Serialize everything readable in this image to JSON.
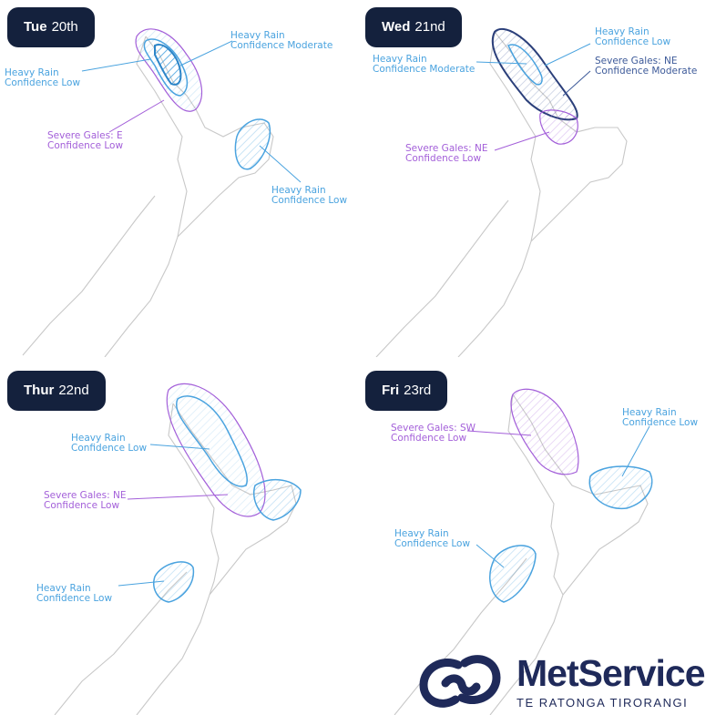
{
  "panels": [
    {
      "day": "Tue",
      "date": "20th",
      "labels": [
        {
          "lines": [
            "Heavy Rain",
            "Confidence Moderate"
          ]
        },
        {
          "lines": [
            "Heavy Rain",
            "Confidence Low"
          ]
        },
        {
          "lines": [
            "Severe Gales: E",
            "Confidence Low"
          ]
        },
        {
          "lines": [
            "Heavy Rain",
            "Confidence Low"
          ]
        }
      ]
    },
    {
      "day": "Wed",
      "date": "21nd",
      "labels": [
        {
          "lines": [
            "Heavy Rain",
            "Confidence Low"
          ]
        },
        {
          "lines": [
            "Heavy Rain",
            "Confidence Moderate"
          ]
        },
        {
          "lines": [
            "Severe Gales: NE",
            "Confidence Moderate"
          ]
        },
        {
          "lines": [
            "Severe Gales: NE",
            "Confidence Low"
          ]
        }
      ]
    },
    {
      "day": "Thur",
      "date": "22nd",
      "labels": [
        {
          "lines": [
            "Heavy Rain",
            "Confidence Low"
          ]
        },
        {
          "lines": [
            "Severe Gales: NE",
            "Confidence Low"
          ]
        },
        {
          "lines": [
            "Heavy Rain",
            "Confidence Low"
          ]
        }
      ]
    },
    {
      "day": "Fri",
      "date": "23rd",
      "labels": [
        {
          "lines": [
            "Severe Gales: SW",
            "Confidence Low"
          ]
        },
        {
          "lines": [
            "Heavy Rain",
            "Confidence Low"
          ]
        },
        {
          "lines": [
            "Heavy Rain",
            "Confidence Low"
          ]
        }
      ]
    }
  ],
  "logo": {
    "name": "MetService",
    "subtitle": "TE RATONGA TIRORANGI"
  },
  "colors": {
    "heavy_rain": "#4aa3df",
    "heavy_rain_moderate": "#3d5a99",
    "severe_gales": "#a35fd9",
    "badge": "#14213d",
    "land": "#c8c8c8"
  }
}
